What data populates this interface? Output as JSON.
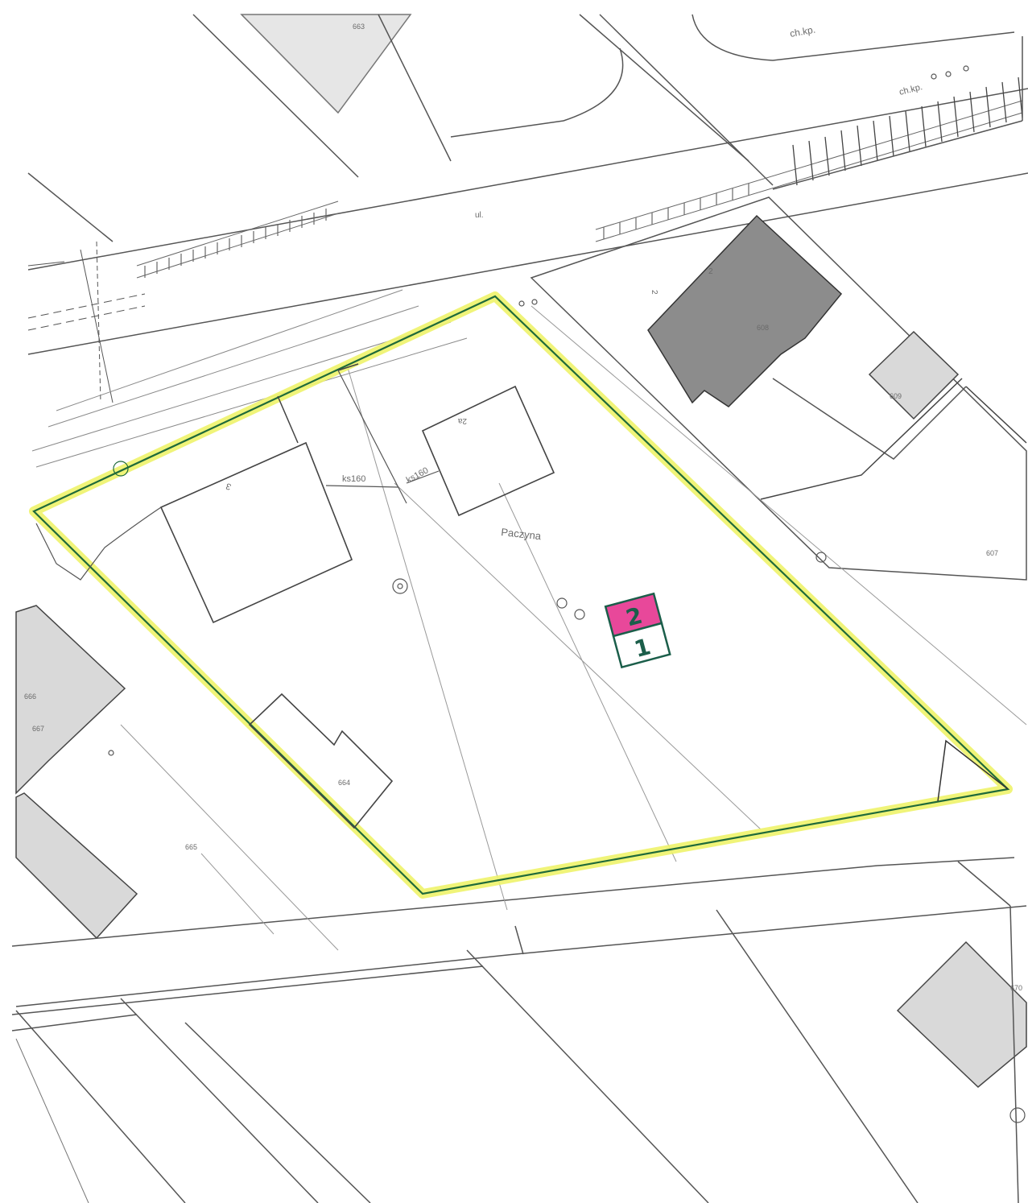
{
  "map": {
    "colors": {
      "paper": "#ffffff",
      "line": "#555555",
      "light_line": "#8a8a8a",
      "building_fill": "#d9d9d9",
      "building_dark": "#8c8c8c",
      "highlight": "#eef36a",
      "boundary": "#1f6a3a",
      "marker_pink": "#e8489a",
      "marker_border": "#1b5e4a"
    },
    "labels": {
      "street_top": "ch.kp.",
      "street_top2": "ch.kp.",
      "pipe_1": "ks160",
      "pipe_2": "ks160",
      "area_name": "Paczyna",
      "bld_3": "3",
      "bld_2a": "2",
      "bld_2b": "2",
      "bld_2c": "2a",
      "num_607": "607",
      "num_608": "608",
      "num_609": "609",
      "num_663": "663",
      "num_664": "664",
      "num_665": "665",
      "num_666": "666",
      "num_667": "667",
      "num_670": "670",
      "road_nr": "ul."
    },
    "marker": {
      "top": "2",
      "bottom": "1"
    }
  }
}
